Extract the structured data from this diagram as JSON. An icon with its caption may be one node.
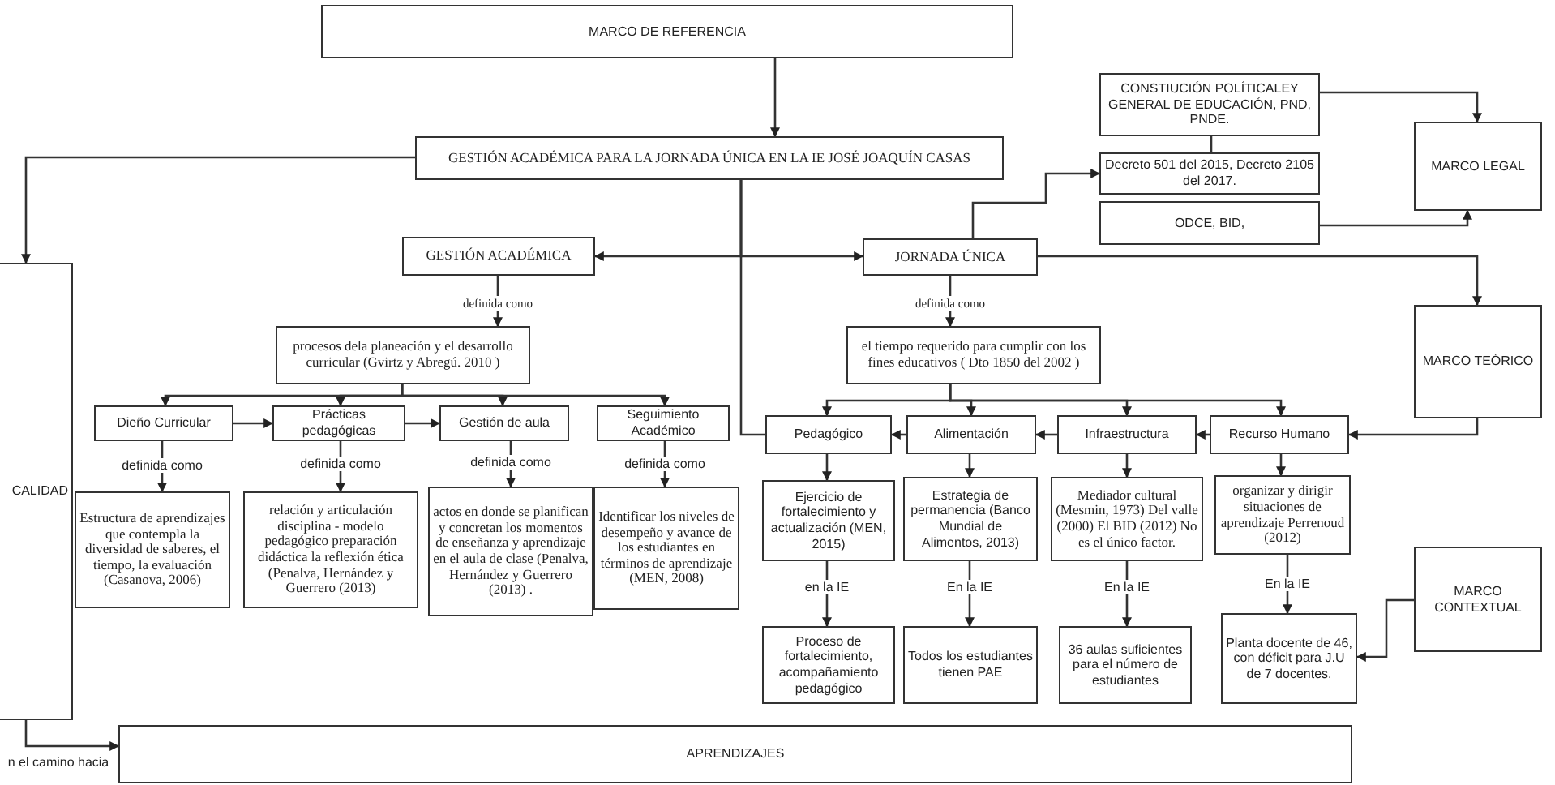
{
  "diagram": {
    "nodes": [
      {
        "text": [
          "MARCO DE REFERENCIA"
        ]
      },
      {
        "text": [
          "GESTIÓN ACADÉMICA PARA LA JORNADA ÚNICA EN LA IE JOSÉ JOAQUÍN CASAS"
        ]
      },
      {
        "text": [
          "CONSTIUCIÓN POLÍTICALEY GENERAL DE EDUCACIÓN, PND, PNDE."
        ]
      },
      {
        "text": [
          "MARCO LEGAL"
        ]
      },
      {
        "text": [
          "Decreto 501 del 2015, Decreto 2105 del 2017."
        ]
      },
      {
        "text": [
          "ODCE, BID,"
        ]
      },
      {
        "text": [
          "CALIDAD"
        ]
      },
      {
        "text": [
          "GESTIÓN ACADÉMICA"
        ]
      },
      {
        "text": [
          "JORNADA ÚNICA"
        ]
      },
      {
        "text": [
          "procesos  dela planeación y el desarrollo curricular (Gvirtz y Abregú. 2010 )"
        ]
      },
      {
        "text": [
          "el tiempo requerido para cumplir con los fines educativos ( Dto 1850 del 2002 )"
        ]
      },
      {
        "text": [
          "MARCO TEÓRICO"
        ]
      },
      {
        "text": [
          "Dieño Curricular"
        ]
      },
      {
        "text": [
          "Prácticas pedagógicas"
        ]
      },
      {
        "text": [
          "Gestión de aula"
        ]
      },
      {
        "text": [
          "Seguimiento Académico"
        ]
      },
      {
        "text": [
          "Pedagógico"
        ]
      },
      {
        "text": [
          "Alimentación"
        ]
      },
      {
        "text": [
          "Infraestructura"
        ]
      },
      {
        "text": [
          "Recurso Humano"
        ]
      },
      {
        "text": [
          "Estructura de aprendizajes que contempla la diversidad de saberes, el tiempo, la evaluación (Casanova, 2006)"
        ]
      },
      {
        "text": [
          "relación y articulación disciplina - modelo pedagógico preparación didáctica la reflexión ética (Penalva, Hernández y Guerrero (2013)"
        ]
      },
      {
        "text": [
          "actos en donde se planifican y concretan los momentos de enseñanza y aprendizaje en el aula de clase (Penalva, Hernández y Guerrero (2013) ."
        ]
      },
      {
        "text": [
          "Identificar los niveles de desempeño y avance de los estudiantes en términos de aprendizaje  (MEN, 2008)"
        ]
      },
      {
        "text": [
          "Ejercicio de fortalecimiento y actualización (MEN, 2015)"
        ]
      },
      {
        "text": [
          "Estrategia de permanencia (Banco Mundial de Alimentos, 2013)"
        ]
      },
      {
        "text": [
          "Mediador cultural (Mesmin, 1973)  Del valle (2000) El BID (2012) No es el único factor."
        ]
      },
      {
        "text": [
          "organizar y dirigir situaciones de aprendizaje Perrenoud (2012)"
        ]
      },
      {
        "text": [
          "MARCO CONTEXTUAL"
        ]
      },
      {
        "text": [
          "Proceso de fortalecimiento, acompañamiento pedagógico"
        ]
      },
      {
        "text": [
          "Todos los estudiantes tienen PAE"
        ]
      },
      {
        "text": [
          "36 aulas suficientes para el número de estudiantes"
        ]
      },
      {
        "text": [
          "Planta docente de 46, con déficit para J.U de  7 docentes."
        ]
      },
      {
        "text": [
          "APRENDIZAJES"
        ]
      }
    ],
    "edges": [
      {
        "from": 0,
        "to": 1,
        "arrow": "to"
      },
      {
        "from": 1,
        "to": 6,
        "arrow": "to"
      },
      {
        "from": 1,
        "to": 7,
        "arrow": "to"
      },
      {
        "from": 1,
        "to": 8,
        "arrow": "to"
      },
      {
        "from": 1,
        "to": 16,
        "arrow": "none"
      },
      {
        "from": 7,
        "to": 9,
        "arrow": "to",
        "label": "definida como"
      },
      {
        "from": 9,
        "to": 12,
        "arrow": "to"
      },
      {
        "from": 9,
        "to": 13,
        "arrow": "to"
      },
      {
        "from": 9,
        "to": 14,
        "arrow": "to"
      },
      {
        "from": 9,
        "to": 15,
        "arrow": "to"
      },
      {
        "from": 12,
        "to": 13,
        "arrow": "to"
      },
      {
        "from": 13,
        "to": 14,
        "arrow": "to"
      },
      {
        "from": 12,
        "to": 20,
        "arrow": "to",
        "label": "definida como"
      },
      {
        "from": 13,
        "to": 21,
        "arrow": "to",
        "label": "definida como"
      },
      {
        "from": 14,
        "to": 22,
        "arrow": "to",
        "label": "definida como"
      },
      {
        "from": 15,
        "to": 23,
        "arrow": "to",
        "label": "definida como"
      },
      {
        "from": 8,
        "to": 4,
        "arrow": "to"
      },
      {
        "from": 2,
        "to": 4,
        "arrow": "none"
      },
      {
        "from": 2,
        "to": 3,
        "arrow": "to"
      },
      {
        "from": 5,
        "to": 3,
        "arrow": "to"
      },
      {
        "from": 8,
        "to": 11,
        "arrow": "to"
      },
      {
        "from": 8,
        "to": 10,
        "arrow": "to",
        "label": "definida como"
      },
      {
        "from": 10,
        "to": 16,
        "arrow": "to"
      },
      {
        "from": 10,
        "to": 17,
        "arrow": "to"
      },
      {
        "from": 10,
        "to": 18,
        "arrow": "to"
      },
      {
        "from": 10,
        "to": 19,
        "arrow": "to"
      },
      {
        "from": 11,
        "to": 19,
        "arrow": "to"
      },
      {
        "from": 19,
        "to": 18,
        "arrow": "to"
      },
      {
        "from": 18,
        "to": 17,
        "arrow": "to"
      },
      {
        "from": 17,
        "to": 16,
        "arrow": "to"
      },
      {
        "from": 16,
        "to": 24,
        "arrow": "to"
      },
      {
        "from": 17,
        "to": 25,
        "arrow": "to"
      },
      {
        "from": 18,
        "to": 26,
        "arrow": "to"
      },
      {
        "from": 19,
        "to": 27,
        "arrow": "to"
      },
      {
        "from": 24,
        "to": 29,
        "arrow": "to",
        "label": "en la IE"
      },
      {
        "from": 25,
        "to": 30,
        "arrow": "to",
        "label": "En la IE"
      },
      {
        "from": 26,
        "to": 31,
        "arrow": "to",
        "label": "En la IE"
      },
      {
        "from": 27,
        "to": 32,
        "arrow": "to",
        "label": "En la IE"
      },
      {
        "from": 28,
        "to": 32,
        "arrow": "to"
      },
      {
        "from": 6,
        "to": 33,
        "arrow": "to",
        "label": "n el camino hacia"
      }
    ]
  }
}
